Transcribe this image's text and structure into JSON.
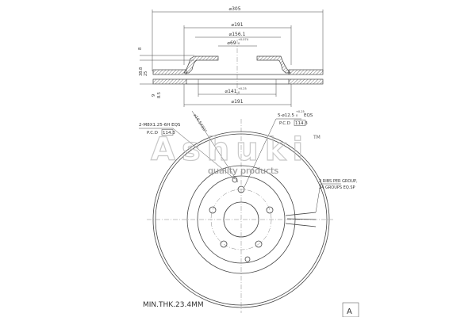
{
  "section_view": {
    "dim_outer": "⌀305",
    "dim_top_191": "⌀191",
    "dim_156": "⌀156.1",
    "dim_bore": "⌀69",
    "dim_bore_tol_upper": "+0.074",
    "dim_bore_tol_lower": "0",
    "dim_8": "8",
    "dim_38_8": "38.8",
    "dim_25": "25",
    "dim_9": "9",
    "dim_8_5": "8.5",
    "dim_141": "⌀141",
    "dim_141_tol_upper": "+0.25",
    "dim_141_tol_lower": "0",
    "dim_bottom_191": "⌀191"
  },
  "plan_view": {
    "thread_callout": "2-M8X1.25-6H EQS",
    "thread_pcd_label": "P.C.D",
    "thread_pcd_value": "114.3",
    "chamfer_callout": "⌀16.5X90°",
    "bolt_callout": "5-⌀12.5",
    "bolt_tol_upper": "+0.25",
    "bolt_tol_lower": "0",
    "bolt_eqs": "EQS",
    "bolt_pcd_label": "P.C.D",
    "bolt_pcd_value": "114.3",
    "ribs_line1": "2 RIBS PER GROUP,",
    "ribs_line2": "24 GROUPS EQ.SP"
  },
  "min_thickness": "MIN.THK.23.4MM",
  "sheet_label": "A",
  "watermark": {
    "brand": "Ashuki",
    "tagline": "quality products",
    "tm": "TM"
  }
}
